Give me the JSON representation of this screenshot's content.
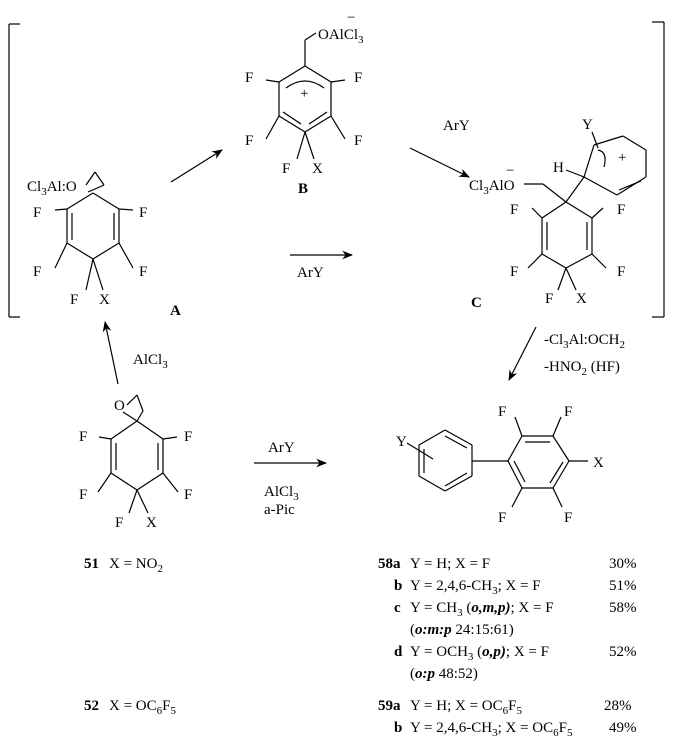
{
  "atoms": {
    "F": "F",
    "X": "X",
    "O": "O",
    "H": "H",
    "Y": "Y",
    "plus": "+",
    "minus": "−",
    "cl3al_o": "Cl3Al:O",
    "oalcl3": "OAlCl3",
    "cl3alo": "Cl3AlO"
  },
  "labels": {
    "A": "A",
    "B": "B",
    "C": "C",
    "c51": "51",
    "c52": "52",
    "c58a": "58a",
    "c59a": "59a",
    "b": "b",
    "c": "c",
    "d": "d"
  },
  "reagents": {
    "ary_1": "ArY",
    "ary_2": "ArY",
    "ary_3": "ArY",
    "alcl3_1": "AlCl3",
    "alcl3_2": "AlCl3",
    "apic": "a-Pic",
    "elim_1": "-Cl3Al:OCH2",
    "elim_2": "-HNO2 (HF)"
  },
  "substituents": {
    "x51": "X = NO2",
    "x52": "X = OC6F5"
  },
  "entries": [
    {
      "id": "58a",
      "text": "Y = H; X = F",
      "yield": "30%"
    },
    {
      "id": "b",
      "text": "Y = 2,4,6-CH3; X = F",
      "yield": "51%"
    },
    {
      "id": "c",
      "text": "Y = CH3 (o,m,p); X = F",
      "yield": "58%"
    },
    {
      "id": "",
      "text": "(o:m:p 24:15:61)",
      "yield": ""
    },
    {
      "id": "d",
      "text": "Y = OCH3 (o,p); X = F",
      "yield": "52%"
    },
    {
      "id": "",
      "text": "(o:p 48:52)",
      "yield": ""
    },
    {
      "id": "59a",
      "text": "Y = H; X = OC6F5",
      "yield": "28%"
    },
    {
      "id": "b",
      "text": "Y = 2,4,6-CH3; X = OC6F5",
      "yield": "49%"
    }
  ]
}
